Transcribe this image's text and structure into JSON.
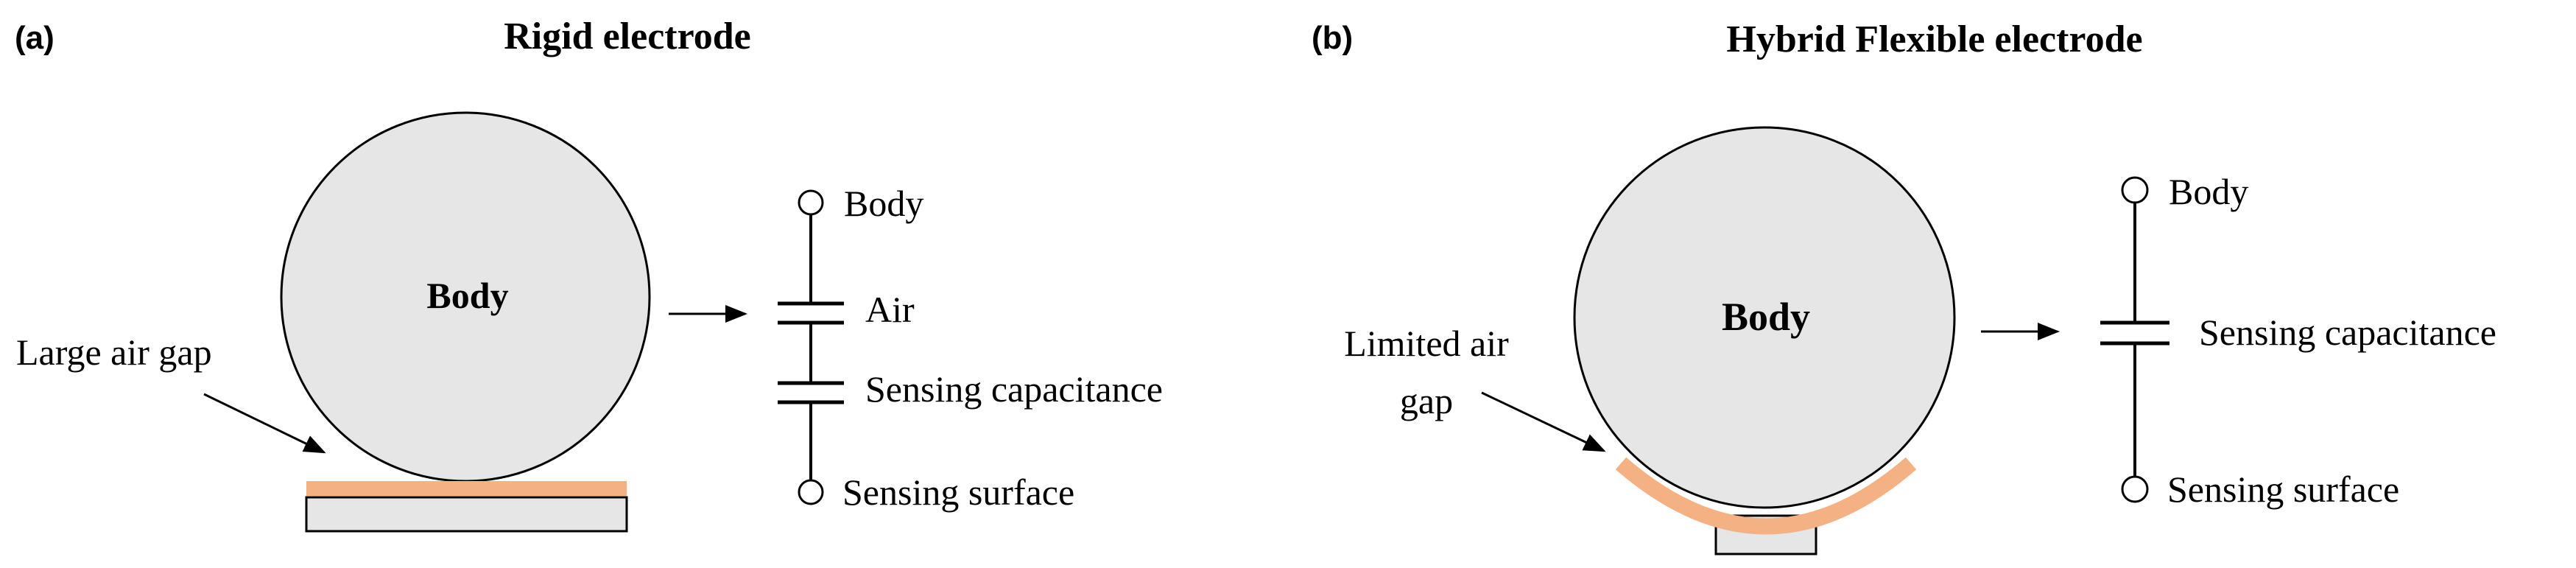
{
  "panel_a": {
    "tag": "(a)",
    "title": "Rigid electrode",
    "body_label": "Body",
    "gap_label": "Large air gap",
    "circuit": {
      "top_terminal": "Body",
      "upper_capacitor": "Air",
      "lower_capacitor": "Sensing capacitance",
      "bottom_terminal": "Sensing surface"
    }
  },
  "panel_b": {
    "tag": "(b)",
    "title": "Hybrid Flexible electrode",
    "body_label": "Body",
    "gap_label_line1": "Limited air",
    "gap_label_line2": "gap",
    "circuit": {
      "top_terminal": "Body",
      "capacitor": "Sensing capacitance",
      "bottom_terminal": "Sensing surface"
    }
  },
  "colors": {
    "body_fill": "#e6e6e6",
    "electrode_layer": "#f4b183",
    "stroke": "#000000",
    "substrate_fill": "#e6e6e6"
  }
}
